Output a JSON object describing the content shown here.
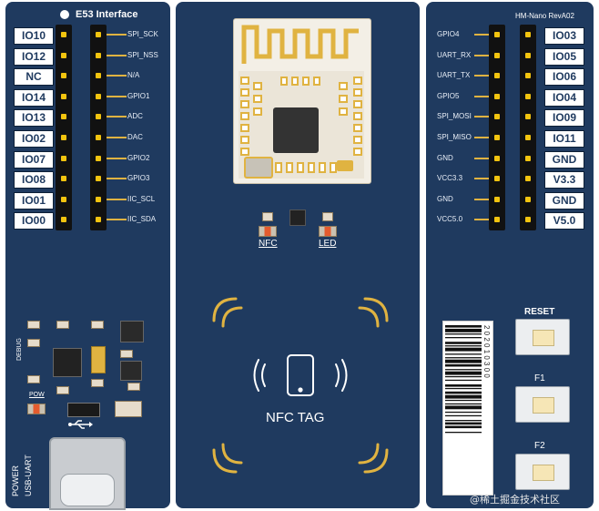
{
  "board": {
    "interface_title": "E53 Interface",
    "revision": "HM-Nano RevA02"
  },
  "left_header": {
    "pins": [
      "IO10",
      "IO12",
      "NC",
      "IO14",
      "IO13",
      "IO02",
      "IO07",
      "IO08",
      "IO01",
      "IO00"
    ],
    "signals": [
      "SPI_SCK",
      "SPI_NSS",
      "N/A",
      "GPIO1",
      "ADC",
      "DAC",
      "GPIO2",
      "GPIO3",
      "IIC_SCL",
      "IIC_SDA"
    ]
  },
  "right_header": {
    "signals": [
      "GPIO4",
      "UART_RX",
      "UART_TX",
      "GPIO5",
      "SPI_MOSI",
      "SPI_MISO",
      "GND",
      "VCC3.3",
      "GND",
      "VCC5.0"
    ],
    "pins": [
      "IO03",
      "IO05",
      "IO06",
      "IO04",
      "IO09",
      "IO11",
      "GND",
      "V3.3",
      "GND",
      "V5.0"
    ]
  },
  "center": {
    "nfc_led_label": "NFC",
    "led_label": "LED",
    "nfc_tag_label": "NFC TAG"
  },
  "bottom_left": {
    "debug_label": "DEBUG",
    "pow_label": "POW",
    "power_label": "POWER",
    "usb_uart_label": "USB-UART"
  },
  "right_panel": {
    "reset_label": "RESET",
    "f1_label": "F1",
    "f2_label": "F2",
    "barcode_digits": "2 0 2 0 1 0 3 0 0"
  },
  "watermark": "@稀土掘金技术社区",
  "colors": {
    "board": "#1f3a5f",
    "gold": "#e0b341",
    "pin_yellow": "#f2c40f"
  }
}
